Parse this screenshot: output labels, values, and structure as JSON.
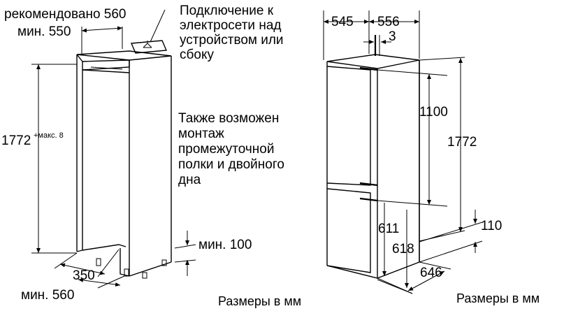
{
  "left_diagram": {
    "recommended_width": "рекомендовано 560",
    "min_width": "мин. 550",
    "electric_note": [
      "Подключение к",
      "электросети над",
      "устройством или",
      "сбоку"
    ],
    "height_label": "1772",
    "height_tolerance": "+макс. 8",
    "shelf_note": [
      "Также возможен",
      "монтаж",
      "промежуточной",
      "полки и двойного",
      "дна"
    ],
    "min_bottom": "мин. 100",
    "depth_350": "350",
    "min_depth": "мин. 560",
    "units_note": "Размеры в мм"
  },
  "right_diagram": {
    "dim_545": "545",
    "dim_556": "556",
    "dim_3": "3",
    "dim_1100": "1100",
    "dim_1772": "1772",
    "dim_611": "611",
    "dim_618": "618",
    "dim_110": "110",
    "dim_646": "646",
    "units_note": "Размеры в мм"
  }
}
